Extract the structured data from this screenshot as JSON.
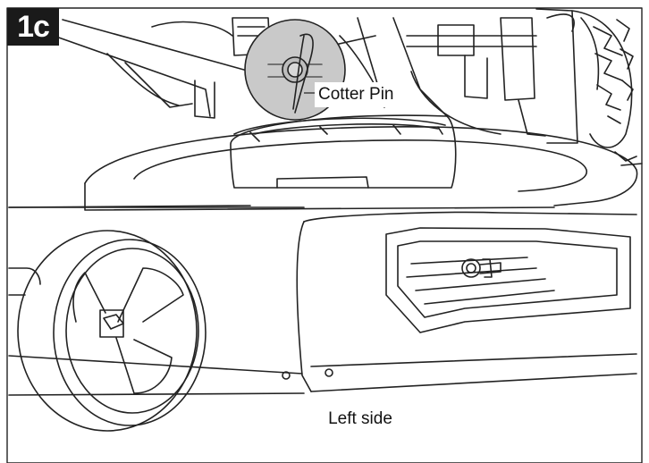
{
  "figure": {
    "step_label": "1c",
    "callout_label": "Cotter Pin",
    "caption": "Left side"
  }
}
